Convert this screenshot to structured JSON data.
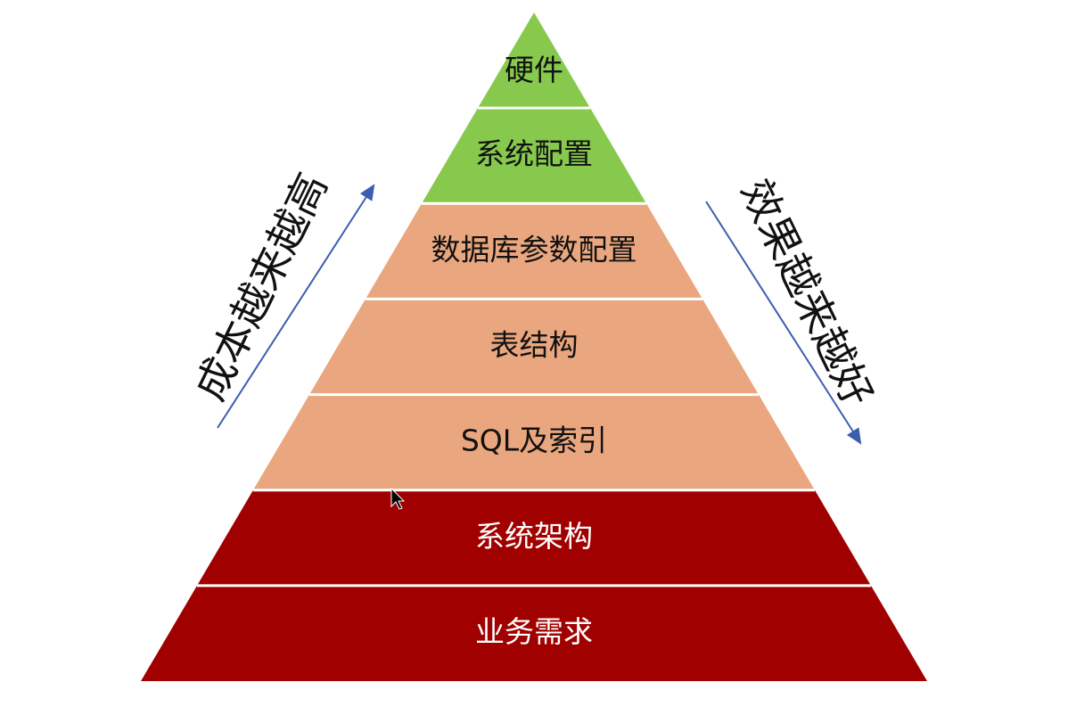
{
  "layers": [
    {
      "label": "硬件",
      "color": "#86c94d",
      "text_color": "#111111"
    },
    {
      "label": "系统配置",
      "color": "#86c94d",
      "text_color": "#111111"
    },
    {
      "label": "数据库参数配置",
      "color": "#eaa77f",
      "text_color": "#111111"
    },
    {
      "label": "表结构",
      "color": "#eaa77f",
      "text_color": "#111111"
    },
    {
      "label": "SQL及索引",
      "color": "#eaa77f",
      "text_color": "#111111"
    },
    {
      "label": "系统架构",
      "color": "#a10000",
      "text_color": "#ffffff"
    },
    {
      "label": "业务需求",
      "color": "#a10000",
      "text_color": "#ffffff"
    }
  ],
  "left_note": {
    "text": "成本越来越高",
    "arrow_direction": "up"
  },
  "right_note": {
    "text": "效果越来越好",
    "arrow_direction": "down"
  },
  "colors": {
    "arrow": "#3a5fb0",
    "separator": "#ffffff"
  }
}
